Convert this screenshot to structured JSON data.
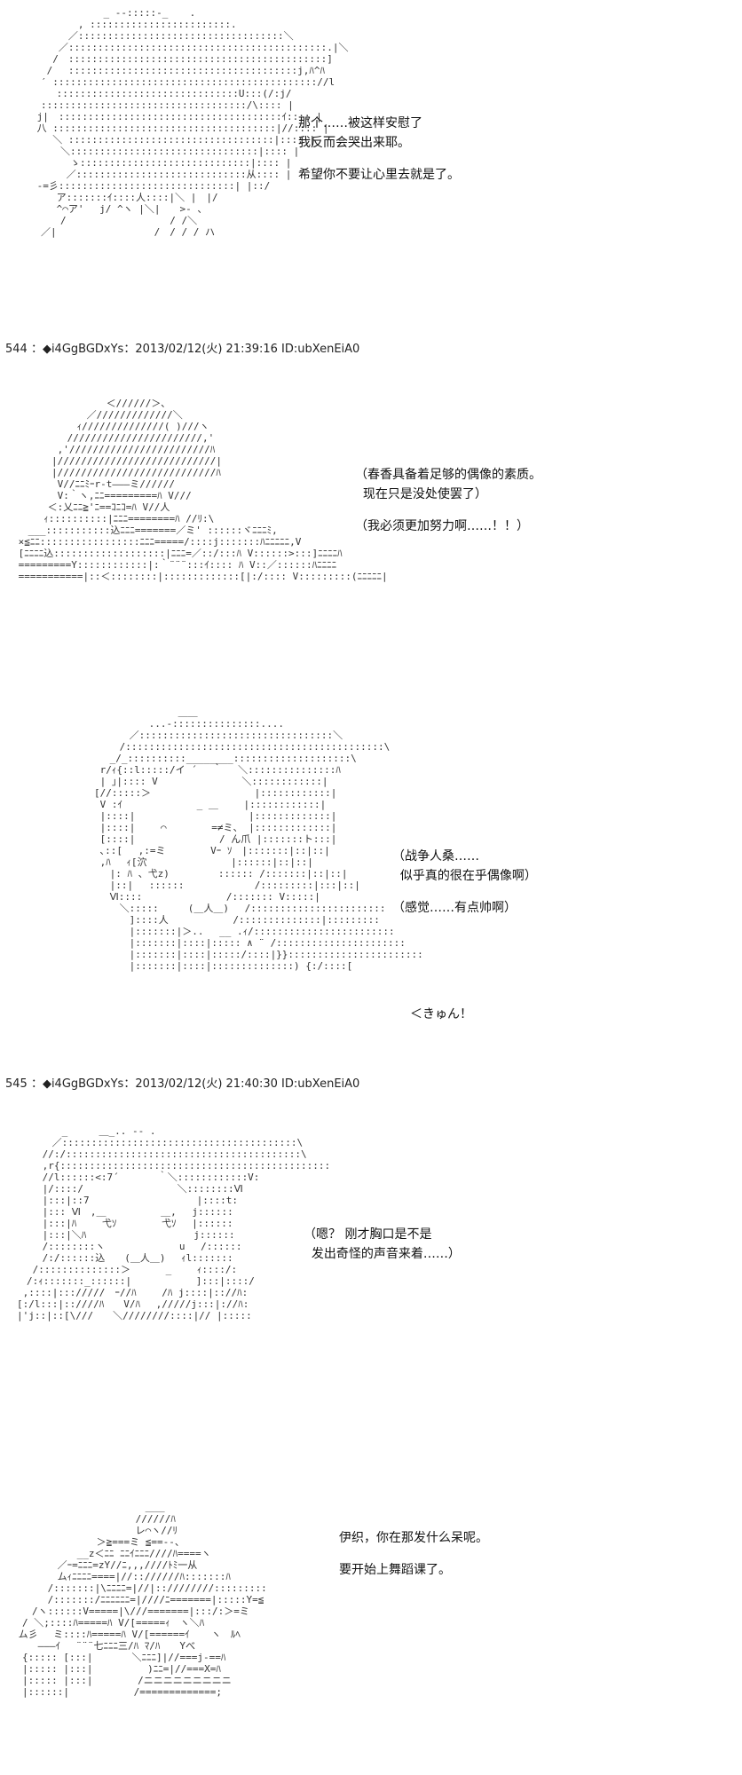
{
  "posts": [
    {
      "number": "544",
      "header": "544 ：◆i4GgBGDxYs：2013/02/12(火) 21:39:16 ID:ubXenEiA0"
    },
    {
      "number": "545",
      "header": "545 ：◆i4GgBGDxYs：2013/02/12(火) 21:40:30 ID:ubXenEiA0"
    }
  ],
  "panels": [
    {
      "lines": [
        "那个……被这样安慰了",
        "我反而会哭出来耶。",
        "",
        "希望你不要让心里去就是了。"
      ]
    },
    {
      "lines": [
        "（春香具备着足够的偶像的素质。",
        "  现在只是没处使罢了）",
        "",
        "（我必须更加努力啊……！！）"
      ]
    },
    {
      "lines": [
        "（战争人桑……",
        "  似乎真的很在乎偶像啊）",
        "",
        "（感觉……有点帅啊）"
      ],
      "sfx": "＜きゅん！"
    },
    {
      "lines": [
        "（嗯？ 刚才胸口是不是",
        "  发出奇怪的声音来着……）"
      ]
    },
    {
      "lines": [
        "伊织，你在那发什么呆呢。",
        "",
        "要开始上舞蹈课了。"
      ]
    }
  ],
  "art": {
    "a1": " 　 　 　　 　　_ -‐:::::-_ 　 .\n　　 　 　 , ::::::::::::::::::::::::.\n　 　 　 ／:::::::::::::::::::::::::::::::::::＼\n 　 　 ／::::::::::::::::::::::::::::::::::::::::::::.|＼\n　 　 /　::::::::::::::::::::::::::::::::::::::::::::]\n 　　/ 　:::::::::::::::::::::::::::::::::::::::j,ﾊ^ﾊ\n　　′ ::::::::::::::::::::::::::::::::::::::::::::://l\n 　　　:::::::::::::::::::::::::::::::U:::(/:j/\n　　:::::::::::::::::::::::::::::::::::/\\:::: |\n　 j|　::::::::::::::::::::::::::::::::::::::ｲ:::: |\n 　八 ::::::::::::::::::::::::::::::::::::::|//:::: |\n 　　 ＼ :::::::::::::::::::::::::::::::::::|:::: |\n　　　　＼::::::::::::::::::::::::::::::::|:::: |\n　　　　　ゝ:::::::::::::::::::::::::::::|:::: |\n　　　　 ／:::::::::::::::::::::::::::::从:::: |\n　 -=彡::::::::::::::::::::::::::::::| |::/\n　　　 ア:::::::ｲ::::人::::|＼ |　|/\n　　　 ^⌒ア'　 j/ ^ヽ |＼|　　>- 、\n　　　　/　　　　　　　　　　 / /＼\n　　／|　　　　　　　　　　/　/ / / ハ",
    "a2": "　　　　　　　　　 ＜//////＞､\n　　　　　　　 ／/////////////＼\n　　　　　　 ｨ//////////////( )///ヽ\n　　　　　 ///////////////////////,'\n　　　　 ,'////////////////////////ﾊ\n　　　　|///////////////////////////|\n　　　　|///////////////////////////ﾊ\n　　　　 V//ﾆﾆﾐｰr-t―――ミ//////\n　　　　 V:｀ヽ,ﾆﾆ=========ﾊ V///\n　　　 ＜:乂ﾆﾆ≧'ﾆ==ｺﾆｺ=ﾊ V//人\n　 　 ｨ::::::::::|ﾆﾆﾆ========ﾊ //ﾘ:\\\n　 ___:::::::::::込ﾆﾆﾆ=======／ミ' ::::::ヾﾆﾆﾆﾐ,\n ×≦ﾆﾆ:::::::::::::::::ﾆﾆﾆ=====/::::j:::::::ﾊﾆﾆﾆﾆﾆ,V\n [ﾆﾆﾆﾆ込:::::::::::::::::::|ﾆﾆﾆ=／::/:::ﾊ V::::::>:::]ﾆﾆﾆﾆﾊ\n =========Y::::::::::::|:｀¨¨¨:::ｲ:::: ﾊ V::／::::::ﾊﾆﾆﾆﾆ\n ===========|::＜::::::::|:::::::::::::[|:/:::: V:::::::::(ﾆﾆﾆﾆﾆ|",
    "a3": "　　　　　　　　　　 ＿＿\n　　　　　　　 ...‐:::::::::::::::....\n　　　　　 ／:::::::::::::::::::::::::::::::::＼\n　　　　 /::::::::::::::::::::::::::::::::::::::::::::\\\n　　　 _/_::::::::::________::::::::::::::::::::\\\n　　 r/ｨ{::l:::::/イ ´　 ｀　 ＼:::::::::::::::ﾊ\n　　 | ｣|:::: V　　　　　　　　 ＼::::::::::::|\n　　[//:::::＞　　　　　　　　　　 |::::::::::::|\n　　 V :ｲ　　　　　　　 _ ＿ 　　|::::::::::::|\n　　 |::::|　　　　　　　　　　　 |:::::::::::::|\n　　 |::::|　　 ⌒　　　　 =≠ミ、 |:::::::::::::|\n　　 [::::|　　　　　　　　 / ん爪 |:::::::ト:::|\n　　 ､::[　 ,:=ミ　　　　 Vｰ ｿ　|:::::::|::|::|\n　　 ,ﾊ 　ｨ[泬　　　　　　　 　|::::::|::|::|\n　　　 |: ﾊ 、弋z)　　　　　:::::: /:::::::|::|::|\n　　　 |::|　 ::::::　　　 　　　 /:::::::::|:::|::|\n　　　 Ⅵ::::　　　　　　　　 /::::::: V:::::|\n　　　　 ＼:::::　　　(＿人＿)　 /:::::::::::::::::::::::\n　　　　　 ]::::人　　　　　　 /::::::::::::::|:::::::::\n　　　　　 |:::::::|＞..　 __ .ｨ/::::::::::::::::::::::::\n　　　　　 |:::::::|::::|::::: ∧ ¨ /::::::::::::::::::::::\n　　　　　 |:::::::|::::|:::::/::::|}}:::::::::::::::::::::::\n　　　　　 |:::::::|::::|::::::::::::::) {:/::::[",
    "a4": "　　　　 　_　 　 ＿_.. -‐ .\n　　　 　／::::::::::::::::::::::::::::::::::::::::\\\n　　 　//:/::::::::::::::::::::::::::::::::::::::::\\\n　　　 ,r{::::::::::::::::::::::::::::::::::::::::::::::\n　　　 //l::::::<:7´　　　　｀＼::::::::::::V:\n　　　 |/::::/　　　　　　　　　 ＼::::::::Ⅵ\n　　　 |:::|::7　　　　　　　　　　　|::::t:\n　　　 |::: Ⅵ　,＿　　　　　 ＿,　 j::::::\n　　　 |:::|ﾊ　　 弋ｿ　　　　 弋ｿ　 |::::::\n　　　 |:::|＼ﾊ　　　　　　　　　　　j::::::\n　　　 /::::::::ヽ　　　　　　　 u　 /::::::\n　　　 /:/::::::込　　(＿人＿)　 ｨl:::::::\n　　 /::::::::::::::＞　　　 _ 　　ｨ::::/:\n　　/:ｨ:::::::_::::::|　　　　　　 ]:::|::::/\n　 ,::::|::://///　ｰ//ﾊ　　 /ﾊ j::::|:://ﾊ:\n　[:/l:::|::////ﾊ　　V/ﾊ　 ,/////j:::|://ﾊ:\n　|'j::|::[\\///　　＼////////::::|// |:::::",
    "a5": "　　　　　　　　　　　　　 ＿＿\n　　　　　　　　　　　　 //////ﾊ\n　　　　　　　　　　　　 レ⌒ヽ//ﾘ\n　　　　　　　　 ＞≧===ミ ≦==‐‐、\n　　　　　　 __z＜ﾆﾆ ﾆﾆｲﾆﾆﾆ////ﾊ====ヽ\n　　　　 ／ｰ=ﾆﾆﾆ=zY//ﾆ,,,////ﾄﾐ一从\n　　　　 ムｨﾆﾆﾆﾆ====|//:://////ﾊ:::::::ﾊ\n　　　 /:::::::|\\ﾆﾆﾆﾆ=|//|::////////:::::::::\n　　　 /:::::::/ﾆﾆﾆﾆﾆﾆ=|////ﾆ=======|:::::Y=≦\n　　/ヽ::::::V=====|\\///=======|:::/:＞=ミ\n　/ ＼;::::ﾊ=====ﾊ V/[=====ｨ　ヽ＼ﾊ\n ム彡　 ミ::::ﾊ=====ﾊ V/[======ｲ 　 ヽ　ﾙﾍ\n　　 ―――ｲ　 ¨¨¨七ﾆﾆﾆ三/ﾊ ﾏ/ﾊ　　Yべ\n　{::::: [:::|　　　　＼ﾆﾆﾆ]|//===j-==ﾊ\n　|::::: |:::|　　　　　 )ﾆﾆ=|//===X=ﾊ\n　|::::: |:::|　　　　 /ニニニニニニニニニ\n　|::::::|　　　　　　 /=============;"
  }
}
